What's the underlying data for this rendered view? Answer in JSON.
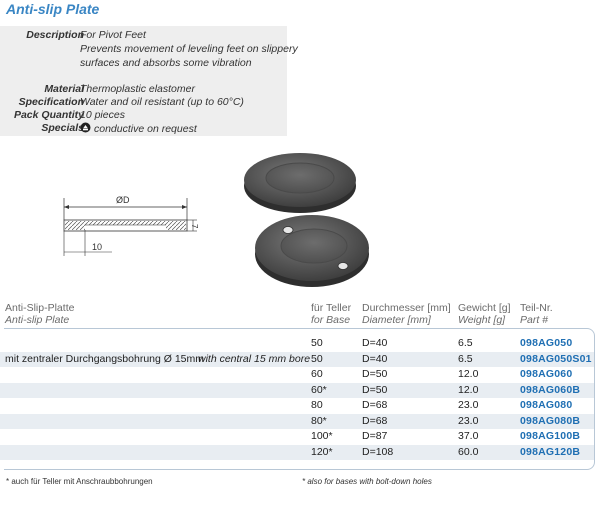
{
  "title": "Anti-slip Plate",
  "specs": {
    "description_label": "Description",
    "description_line1": "For Pivot Feet",
    "description_line2": "Prevents movement of leveling feet on slippery",
    "description_line3": "surfaces and absorbs some vibration",
    "material_label": "Material",
    "material_value": "Thermoplastic elastomer",
    "specification_label": "Specification",
    "specification_value": "Water and oil resistant (up to 60°C)",
    "pack_label": "Pack Quantity",
    "pack_value": "10 pieces",
    "specials_label": "Specials",
    "specials_value": "conductive on request"
  },
  "drawing": {
    "diameter_label": "ØD",
    "thickness_label": "7",
    "width_label": "10"
  },
  "table": {
    "headers": {
      "name_de": "Anti-Slip-Platte",
      "name_en": "Anti-slip Plate",
      "base_de": "für Teller",
      "base_en": "for Base",
      "diam_de": "Durchmesser [mm]",
      "diam_en": "Diameter [mm]",
      "weight_de": "Gewicht [g]",
      "weight_en": "Weight [g]",
      "part_de": "Teil-Nr.",
      "part_en": "Part #"
    },
    "rows": [
      {
        "desc_de": "",
        "desc_en": "",
        "base": "50",
        "diameter": "D=40",
        "weight": "6.5",
        "part": "098AG050"
      },
      {
        "desc_de": "mit zentraler Durchgangsbohrung Ø 15mm",
        "desc_en": "with central 15 mm bore",
        "base": "50",
        "diameter": "D=40",
        "weight": "6.5",
        "part": "098AG050S01"
      },
      {
        "desc_de": "",
        "desc_en": "",
        "base": "60",
        "diameter": "D=50",
        "weight": "12.0",
        "part": "098AG060"
      },
      {
        "desc_de": "",
        "desc_en": "",
        "base": "60*",
        "diameter": "D=50",
        "weight": "12.0",
        "part": "098AG060B"
      },
      {
        "desc_de": "",
        "desc_en": "",
        "base": "80",
        "diameter": "D=68",
        "weight": "23.0",
        "part": "098AG080"
      },
      {
        "desc_de": "",
        "desc_en": "",
        "base": "80*",
        "diameter": "D=68",
        "weight": "23.0",
        "part": "098AG080B"
      },
      {
        "desc_de": "",
        "desc_en": "",
        "base": "100*",
        "diameter": "D=87",
        "weight": "37.0",
        "part": "098AG100B"
      },
      {
        "desc_de": "",
        "desc_en": "",
        "base": "120*",
        "diameter": "D=108",
        "weight": "60.0",
        "part": "098AG120B"
      }
    ]
  },
  "footnotes": {
    "de": "* auch für Teller mit Anschraubbohrungen",
    "en": "* also for bases with bolt-down holes"
  },
  "colors": {
    "title": "#3a86c4",
    "part_number": "#1f6fb3",
    "spec_box": "#eeeeee",
    "row_alt": "#e8edf2"
  }
}
